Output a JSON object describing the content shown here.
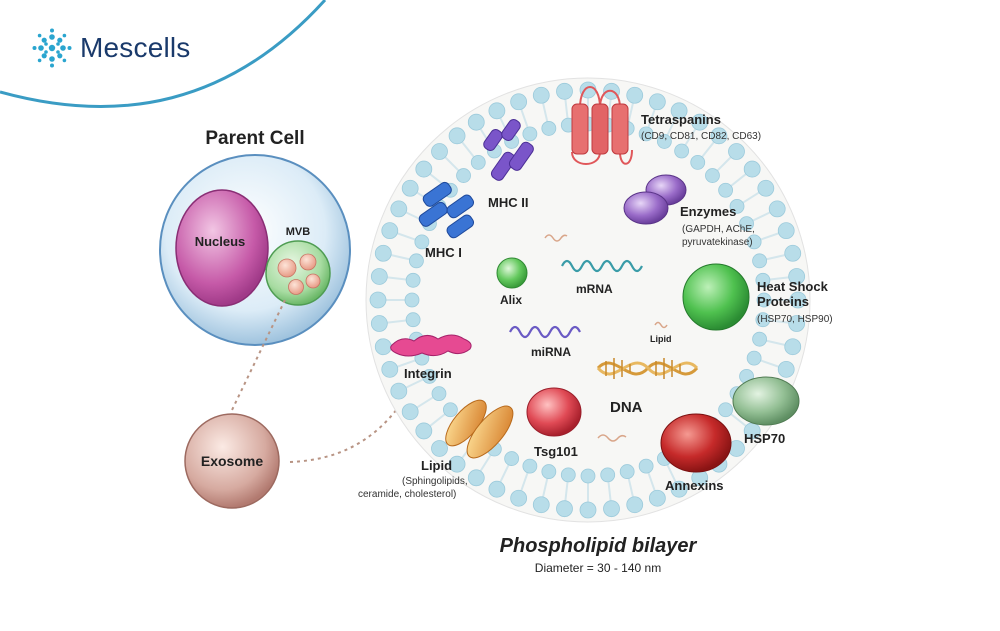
{
  "brand": {
    "name": "Mescells"
  },
  "parent_cell": {
    "title": "Parent Cell",
    "nucleus": "Nucleus",
    "mvb": "MVB"
  },
  "exosome": {
    "label": "Exosome"
  },
  "labels": {
    "tetraspanins": "Tetraspanins",
    "tetraspanins_sub": "(CD9, CD81, CD82, CD63)",
    "mhc2": "MHC II",
    "mhc1": "MHC I",
    "enzymes": "Enzymes",
    "enzymes_sub1": "(GAPDH, AChE,",
    "enzymes_sub2": "pyruvatekinase)",
    "alix": "Alix",
    "mrna": "mRNA",
    "hsp_line1": "Heat Shock",
    "hsp_line2": "Proteins",
    "hsp_sub": "(HSP70, HSP90)",
    "lipid_small": "Lipid",
    "mirna": "miRNA",
    "integrin": "Integrin",
    "dna": "DNA",
    "hsp70": "HSP70",
    "lipid": "Lipid",
    "lipid_sub1": "(Sphingolipids,",
    "lipid_sub2": "ceramide, cholesterol)",
    "tsg101": "Tsg101",
    "annexins": "Annexins"
  },
  "footer": {
    "title": "Phospholipid bilayer",
    "diameter": "Diameter = 30 - 140 nm"
  },
  "colors": {
    "brand_blue": "#1a3a6b",
    "arc_blue": "#3a9cc4",
    "membrane_head": "#b8dde9",
    "nucleus": "#b0408e",
    "mvb": "#8bc98a",
    "exosome": "#c89a8a",
    "mhc": "#2f66c8",
    "mhc2": "#6a4ab8",
    "tetraspanin": "#e0575a",
    "enzyme": "#8f63c0",
    "alix": "#5cc25a",
    "hsp": "#3fb04a",
    "integrin": "#d8327e",
    "dna": "#d69a3a",
    "lipid": "#e39a3a",
    "tsg101": "#d83a48",
    "annexins": "#c42a2a",
    "hsp70": "#7eaa82"
  }
}
